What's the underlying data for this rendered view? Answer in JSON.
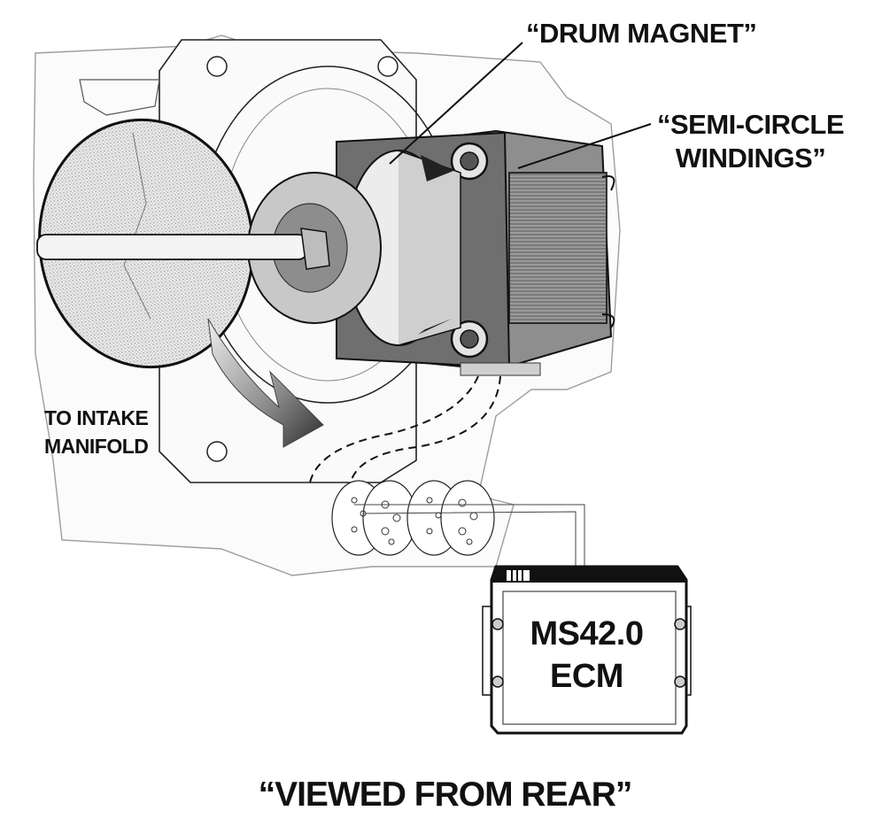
{
  "labels": {
    "drum_magnet": "“DRUM MAGNET”",
    "semi_circle_line1": "“SEMI-CIRCLE",
    "semi_circle_line2": "WINDINGS”",
    "intake_line1": "TO INTAKE",
    "intake_line2": "MANIFOLD",
    "ecm_line1": "MS42.0",
    "ecm_line2": "ECM",
    "view_caption": "“VIEWED FROM REAR”"
  },
  "colors": {
    "ink": "#111111",
    "housing_fill": "#f7f7f7",
    "winding_fill": "#7d7d7d",
    "winding_dark": "#3a3a3a",
    "magnet_fill": "#e8e8e8",
    "arrow_fill": "#555555",
    "plate_fill": "#dcdcdc"
  }
}
